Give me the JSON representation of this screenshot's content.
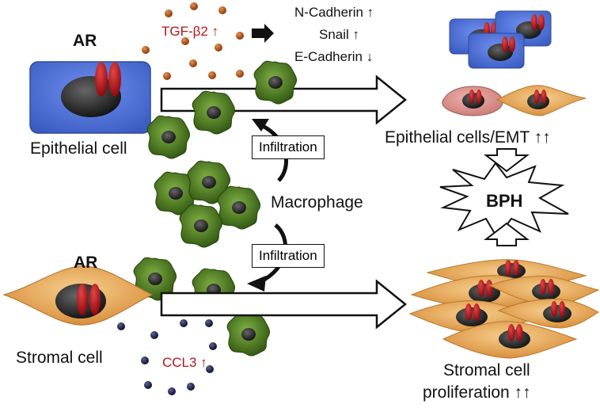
{
  "labels": {
    "ar_top": "AR",
    "ar_bottom": "AR",
    "tgf": "TGF-β2 ↑",
    "n_cadherin": "N-Cadherin ↑",
    "snail": "Snail ↑",
    "e_cadherin": "E-Cadherin ↓",
    "epithelial_cell": "Epithelial cell",
    "stromal_cell": "Stromal cell",
    "ccl3": "CCL3 ↑",
    "infiltration_top": "Infiltration",
    "infiltration_bottom": "Infiltration",
    "macrophage": "Macrophage",
    "epithelial_emt": "Epithelial cells/EMT ↑↑",
    "bph": "BPH",
    "stromal_prolif_1": "Stromal cell",
    "stromal_prolif_2": "proliferation ↑↑"
  },
  "colors": {
    "epithelial_blue": "#4a6fd4",
    "stroma_orange": "#e8a85a",
    "macrophage_green": "#4b7a1e",
    "ar_red": "#c0141c",
    "nucleus": "#222222",
    "tgf_dot": "#b5561a",
    "ccl3_dot": "#1a1f4a",
    "accent_red_text": "#b3161c"
  }
}
